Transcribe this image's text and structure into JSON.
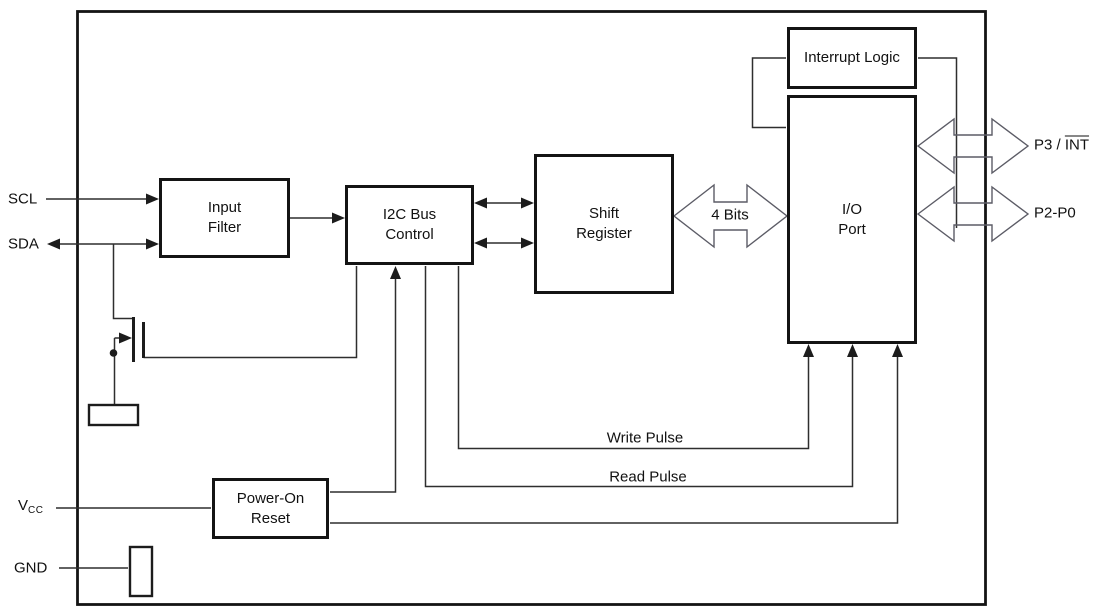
{
  "diagram": {
    "description": "I2C I/O expander functional block diagram",
    "blocks": {
      "input_filter": {
        "line1": "Input",
        "line2": "Filter"
      },
      "i2c_bus_control": {
        "line1": "I2C Bus",
        "line2": "Control"
      },
      "shift_register": {
        "line1": "Shift",
        "line2": "Register"
      },
      "io_port": {
        "line1": "I/O",
        "line2": "Port"
      },
      "interrupt_logic": {
        "label": "Interrupt Logic"
      },
      "power_on_reset": {
        "line1": "Power-On",
        "line2": "Reset"
      }
    },
    "pins": {
      "scl": "SCL",
      "sda": "SDA",
      "vcc_main": "V",
      "vcc_sub": "CC",
      "gnd": "GND",
      "p3_prefix": "P3 / ",
      "p3_overline": "INT",
      "p2_p0": "P2-P0"
    },
    "signals": {
      "bus_width": "4 Bits",
      "write_pulse": "Write Pulse",
      "read_pulse": "Read Pulse"
    },
    "colors": {
      "wire": "#2e2e2e",
      "box_border": "#141414",
      "block_arrow_outline": "#5c5c66",
      "background": "#ffffff"
    }
  }
}
